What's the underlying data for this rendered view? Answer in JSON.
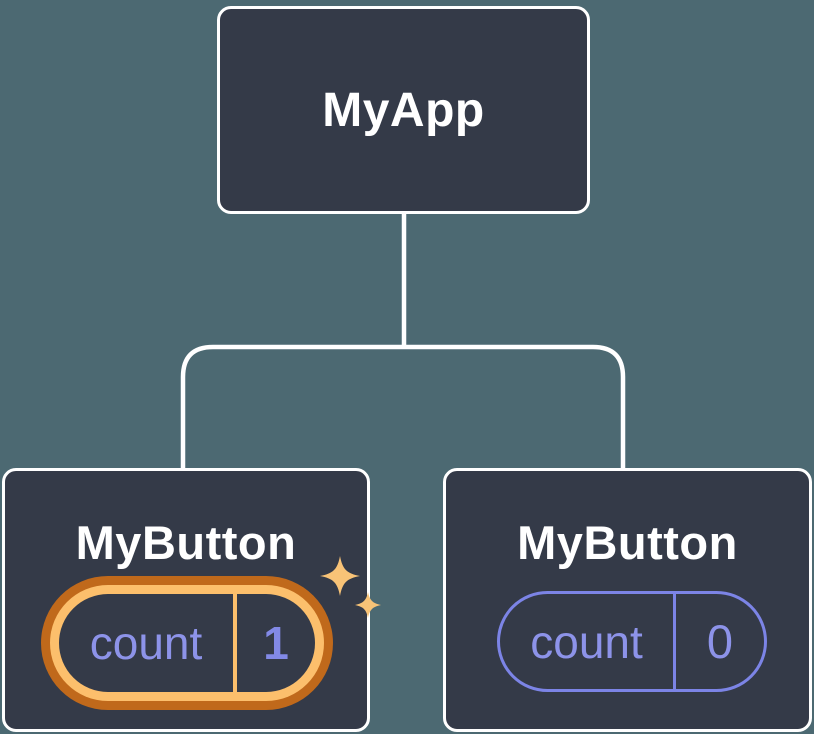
{
  "colors": {
    "background": "#4c6972",
    "node_fill": "#343a48",
    "node_border": "#ffffff",
    "connector": "#ffffff",
    "highlight_ring_outer": "#c0691b",
    "highlight_ring_inner": "#fcbf6c",
    "sparkle": "#f8c377",
    "state_text": "#8d93e9",
    "state_value_highlight": "#8289e6",
    "state_pill_border": "#7c84e6"
  },
  "tree": {
    "root": {
      "label": "MyApp"
    },
    "children": [
      {
        "label": "MyButton",
        "state": {
          "name": "count",
          "value": "1"
        },
        "highlighted": true
      },
      {
        "label": "MyButton",
        "state": {
          "name": "count",
          "value": "0"
        },
        "highlighted": false
      }
    ]
  }
}
